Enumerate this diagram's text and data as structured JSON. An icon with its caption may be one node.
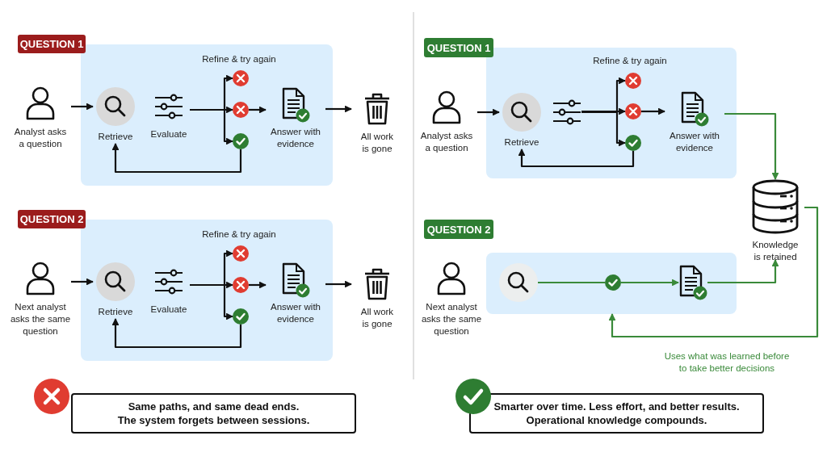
{
  "diagram": {
    "nodes": [
      {
        "text": [
          "QUESTION 1"
        ]
      },
      {
        "text": [],
        "shape": "box"
      },
      {
        "text": [
          "Analyst asks a question"
        ]
      },
      {
        "text": [
          "Retrieve"
        ],
        "in": 1
      },
      {
        "text": [
          "Evaluate"
        ],
        "in": 1
      },
      {
        "text": [],
        "shape": "circle",
        "in": 1
      },
      {
        "text": [],
        "shape": "circle",
        "in": 1
      },
      {
        "text": [],
        "shape": "circle",
        "in": 1
      },
      {
        "text": [
          "Answer with evidence"
        ],
        "in": 1
      },
      {
        "text": [
          "All work is gone"
        ]
      },
      {
        "text": [
          "QUESTION 2"
        ]
      },
      {
        "text": [],
        "shape": "box"
      },
      {
        "text": [
          "Next analyst asks the same question"
        ]
      },
      {
        "text": [
          "Retrieve"
        ],
        "in": 11
      },
      {
        "text": [
          "Evaluate"
        ],
        "in": 11
      },
      {
        "text": [],
        "shape": "circle",
        "in": 11
      },
      {
        "text": [],
        "shape": "circle",
        "in": 11
      },
      {
        "text": [],
        "shape": "circle",
        "in": 11
      },
      {
        "text": [
          "Answer with evidence"
        ],
        "in": 11
      },
      {
        "text": [
          "All work is gone"
        ]
      },
      {
        "text": [
          "Same paths, and same dead ends.",
          "The system forgets between sessions."
        ]
      },
      {
        "text": [
          "QUESTION 1"
        ]
      },
      {
        "text": [],
        "shape": "box"
      },
      {
        "text": [
          "Analyst asks a question"
        ]
      },
      {
        "text": [
          "Retrieve"
        ],
        "in": 22
      },
      {
        "text": [],
        "shape": "picture",
        "in": 22
      },
      {
        "text": [],
        "shape": "circle",
        "in": 22
      },
      {
        "text": [],
        "shape": "circle",
        "in": 22
      },
      {
        "text": [],
        "shape": "circle",
        "in": 22
      },
      {
        "text": [
          "Answer with evidence"
        ],
        "in": 22
      },
      {
        "text": [
          "Knowledge is retained"
        ]
      },
      {
        "text": [
          "QUESTION 2"
        ]
      },
      {
        "text": [],
        "shape": "box"
      },
      {
        "text": [
          "Next analyst asks the same question"
        ]
      },
      {
        "text": [],
        "shape": "circle",
        "in": 32
      },
      {
        "text": [],
        "shape": "circle",
        "in": 32
      },
      {
        "text": [],
        "shape": "picture",
        "in": 32
      },
      {
        "text": [
          "Smarter over time. Less effort, and better results.",
          "Operational knowledge compounds."
        ]
      }
    ],
    "edges": [
      {
        "from": 2,
        "to": 3,
        "arrow": "to"
      },
      {
        "from": 4,
        "to": 5,
        "arrow": "to"
      },
      {
        "from": 4,
        "to": 6,
        "arrow": "to"
      },
      {
        "from": 4,
        "to": 7,
        "arrow": "to"
      },
      {
        "from": 6,
        "to": 8,
        "arrow": "to"
      },
      {
        "from": 7,
        "to": 3,
        "arrow": "to"
      },
      {
        "from": 8,
        "to": 9,
        "arrow": "to"
      },
      {
        "from": 12,
        "to": 13,
        "arrow": "to"
      },
      {
        "from": 14,
        "to": 15,
        "arrow": "to"
      },
      {
        "from": 14,
        "to": 16,
        "arrow": "to"
      },
      {
        "from": 14,
        "to": 17,
        "arrow": "to"
      },
      {
        "from": 16,
        "to": 18,
        "arrow": "to"
      },
      {
        "from": 17,
        "to": 13,
        "arrow": "to"
      },
      {
        "from": 18,
        "to": 19,
        "arrow": "to"
      },
      {
        "from": 23,
        "to": 24,
        "arrow": "to"
      },
      {
        "from": 25,
        "to": 26,
        "arrow": "to"
      },
      {
        "from": 25,
        "to": 27,
        "arrow": "to"
      },
      {
        "from": 25,
        "to": 28,
        "arrow": "to"
      },
      {
        "from": 27,
        "to": 29,
        "arrow": "to"
      },
      {
        "from": 28,
        "to": 24,
        "arrow": "to"
      },
      {
        "from": 29,
        "to": 30,
        "arrow": "to",
        "color": "#3a8a3a"
      },
      {
        "from": 34,
        "to": 35,
        "arrow": "none",
        "color": "#3a8a3a"
      },
      {
        "from": 35,
        "to": 36,
        "arrow": "to",
        "color": "#3a8a3a"
      },
      {
        "from": 36,
        "to": 30,
        "arrow": "to",
        "color": "#3a8a3a"
      },
      {
        "from": 30,
        "to": 32,
        "arrow": "to",
        "color": "#3a8a3a",
        "label": "Uses what was learned before to take better decisions"
      }
    ],
    "labels": [
      "Refine & try again",
      "Refine & try again",
      "Refine & try again"
    ]
  }
}
